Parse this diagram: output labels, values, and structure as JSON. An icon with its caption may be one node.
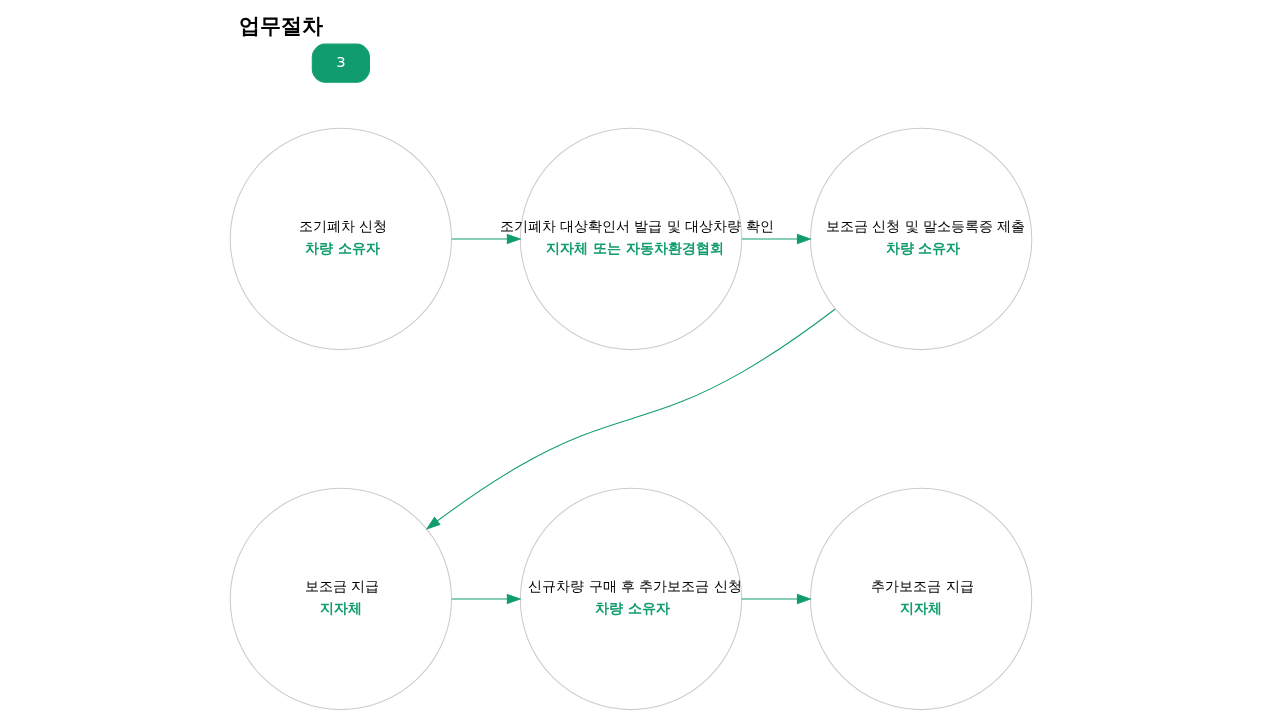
{
  "diagram": {
    "title": "업무절차",
    "nodes": [
      {
        "text": [
          "조기폐차 신청",
          "차량 소유자"
        ]
      },
      {
        "text": [
          "조기폐차 대상확인서 발급 및 대상차량 확인",
          "지자체 또는 자동차환경협회"
        ]
      },
      {
        "text": [
          "보조금 신청 및 말소등록증 제출",
          "차량 소유자"
        ]
      },
      {
        "text": [
          "보조금 지급",
          "지자체"
        ]
      },
      {
        "text": [
          "신규차량 구매 후 추가보조금 신청",
          "차량 소유자"
        ]
      },
      {
        "text": [
          "추가보조금 지급",
          "지자체"
        ]
      }
    ],
    "edges": [
      {
        "from": 0,
        "to": 1,
        "arrow": "to"
      },
      {
        "from": 1,
        "to": 2,
        "arrow": "to"
      },
      {
        "from": 2,
        "to": 3,
        "arrow": "to"
      },
      {
        "from": 3,
        "to": 4,
        "arrow": "to"
      },
      {
        "from": 4,
        "to": 5,
        "arrow": "to"
      }
    ],
    "labels": [
      "3"
    ]
  }
}
